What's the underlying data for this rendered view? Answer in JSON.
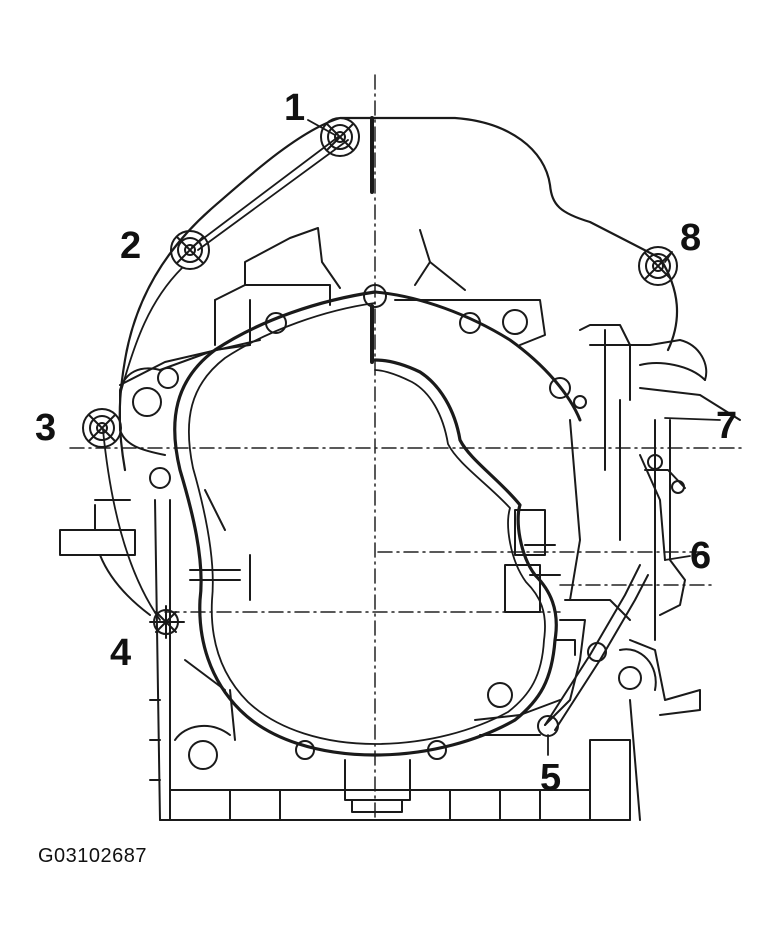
{
  "figure_id": "G03102687",
  "callouts": [
    "1",
    "2",
    "3",
    "4",
    "5",
    "6",
    "7",
    "8"
  ]
}
